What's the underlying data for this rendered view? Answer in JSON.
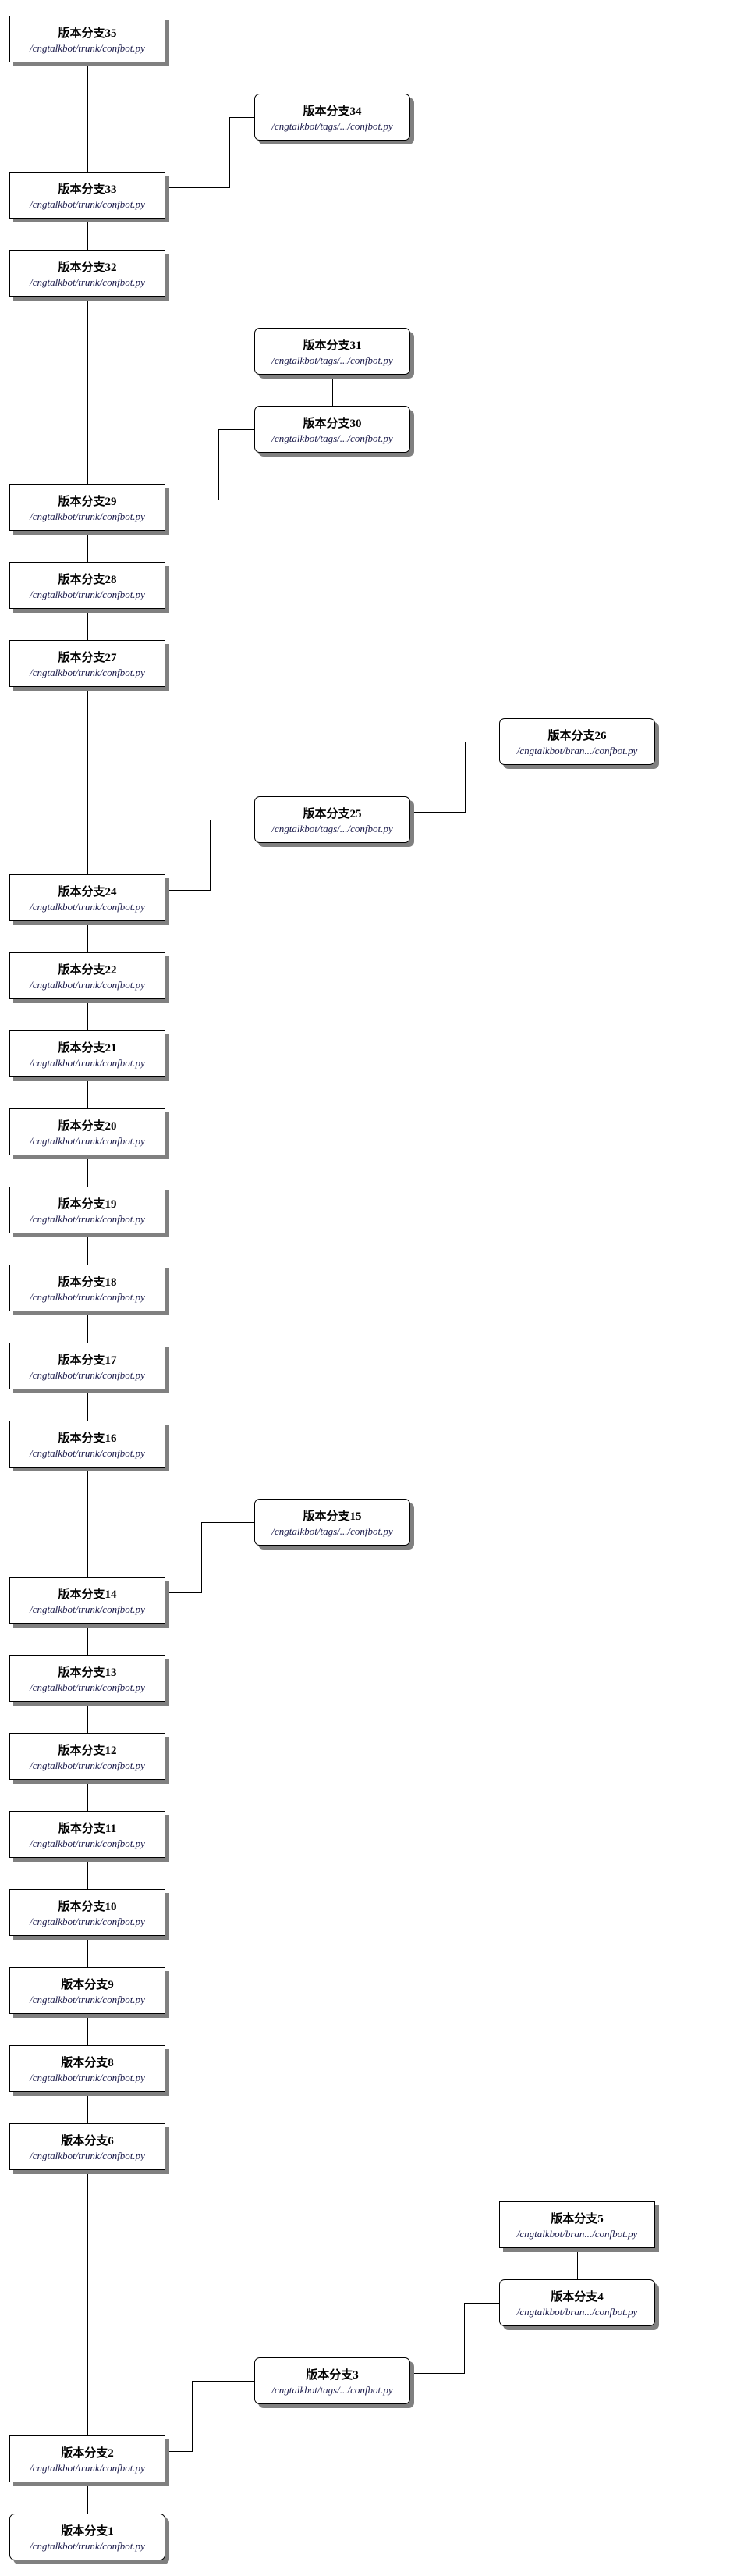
{
  "diagram": {
    "nodes": [
      {
        "id": "35",
        "title": "版本分支35",
        "path": "/cngtalkbot/trunk/confbot.py",
        "shape": "rect"
      },
      {
        "id": "34",
        "title": "版本分支34",
        "path": "/cngtalkbot/tags/.../confbot.py",
        "shape": "rounded"
      },
      {
        "id": "33",
        "title": "版本分支33",
        "path": "/cngtalkbot/trunk/confbot.py",
        "shape": "rect"
      },
      {
        "id": "32",
        "title": "版本分支32",
        "path": "/cngtalkbot/trunk/confbot.py",
        "shape": "rect"
      },
      {
        "id": "31",
        "title": "版本分支31",
        "path": "/cngtalkbot/tags/.../confbot.py",
        "shape": "rounded"
      },
      {
        "id": "30",
        "title": "版本分支30",
        "path": "/cngtalkbot/tags/.../confbot.py",
        "shape": "rounded"
      },
      {
        "id": "29",
        "title": "版本分支29",
        "path": "/cngtalkbot/trunk/confbot.py",
        "shape": "rect"
      },
      {
        "id": "28",
        "title": "版本分支28",
        "path": "/cngtalkbot/trunk/confbot.py",
        "shape": "rect"
      },
      {
        "id": "27",
        "title": "版本分支27",
        "path": "/cngtalkbot/trunk/confbot.py",
        "shape": "rect"
      },
      {
        "id": "26",
        "title": "版本分支26",
        "path": "/cngtalkbot/bran.../confbot.py",
        "shape": "rounded"
      },
      {
        "id": "25",
        "title": "版本分支25",
        "path": "/cngtalkbot/tags/.../confbot.py",
        "shape": "rounded"
      },
      {
        "id": "24",
        "title": "版本分支24",
        "path": "/cngtalkbot/trunk/confbot.py",
        "shape": "rect"
      },
      {
        "id": "22",
        "title": "版本分支22",
        "path": "/cngtalkbot/trunk/confbot.py",
        "shape": "rect"
      },
      {
        "id": "21",
        "title": "版本分支21",
        "path": "/cngtalkbot/trunk/confbot.py",
        "shape": "rect"
      },
      {
        "id": "20",
        "title": "版本分支20",
        "path": "/cngtalkbot/trunk/confbot.py",
        "shape": "rect"
      },
      {
        "id": "19",
        "title": "版本分支19",
        "path": "/cngtalkbot/trunk/confbot.py",
        "shape": "rect"
      },
      {
        "id": "18",
        "title": "版本分支18",
        "path": "/cngtalkbot/trunk/confbot.py",
        "shape": "rect"
      },
      {
        "id": "17",
        "title": "版本分支17",
        "path": "/cngtalkbot/trunk/confbot.py",
        "shape": "rect"
      },
      {
        "id": "16",
        "title": "版本分支16",
        "path": "/cngtalkbot/trunk/confbot.py",
        "shape": "rect"
      },
      {
        "id": "15",
        "title": "版本分支15",
        "path": "/cngtalkbot/tags/.../confbot.py",
        "shape": "rounded"
      },
      {
        "id": "14",
        "title": "版本分支14",
        "path": "/cngtalkbot/trunk/confbot.py",
        "shape": "rect"
      },
      {
        "id": "13",
        "title": "版本分支13",
        "path": "/cngtalkbot/trunk/confbot.py",
        "shape": "rect"
      },
      {
        "id": "12",
        "title": "版本分支12",
        "path": "/cngtalkbot/trunk/confbot.py",
        "shape": "rect"
      },
      {
        "id": "11",
        "title": "版本分支11",
        "path": "/cngtalkbot/trunk/confbot.py",
        "shape": "rect"
      },
      {
        "id": "10",
        "title": "版本分支10",
        "path": "/cngtalkbot/trunk/confbot.py",
        "shape": "rect"
      },
      {
        "id": "9",
        "title": "版本分支9",
        "path": "/cngtalkbot/trunk/confbot.py",
        "shape": "rect"
      },
      {
        "id": "8",
        "title": "版本分支8",
        "path": "/cngtalkbot/trunk/confbot.py",
        "shape": "rect"
      },
      {
        "id": "6",
        "title": "版本分支6",
        "path": "/cngtalkbot/trunk/confbot.py",
        "shape": "rect"
      },
      {
        "id": "5",
        "title": "版本分支5",
        "path": "/cngtalkbot/bran.../confbot.py",
        "shape": "rect"
      },
      {
        "id": "4",
        "title": "版本分支4",
        "path": "/cngtalkbot/bran.../confbot.py",
        "shape": "rounded"
      },
      {
        "id": "3",
        "title": "版本分支3",
        "path": "/cngtalkbot/tags/.../confbot.py",
        "shape": "rounded"
      },
      {
        "id": "2",
        "title": "版本分支2",
        "path": "/cngtalkbot/trunk/confbot.py",
        "shape": "rect"
      },
      {
        "id": "1",
        "title": "版本分支1",
        "path": "/cngtalkbot/trunk/confbot.py",
        "shape": "rounded"
      }
    ],
    "edges": [
      [
        "33",
        "34"
      ],
      [
        "30",
        "31"
      ],
      [
        "29",
        "30"
      ],
      [
        "25",
        "26"
      ],
      [
        "24",
        "25"
      ],
      [
        "14",
        "15"
      ],
      [
        "4",
        "5"
      ],
      [
        "3",
        "4"
      ],
      [
        "2",
        "3"
      ]
    ]
  }
}
